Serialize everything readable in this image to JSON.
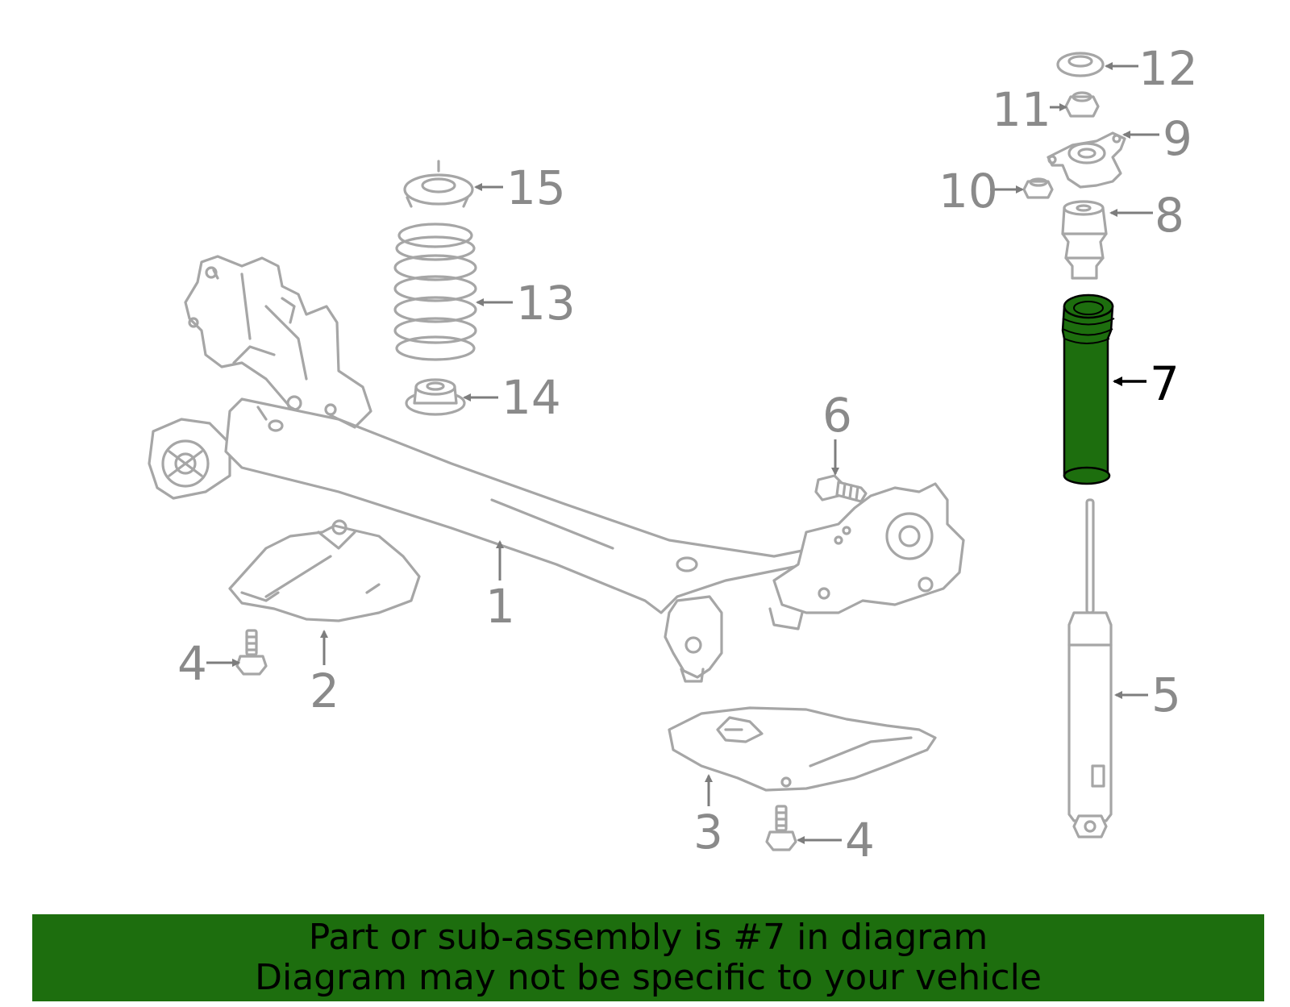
{
  "highlight": {
    "part_number": "7",
    "color": "#1d6e0e"
  },
  "callouts": {
    "c1": "1",
    "c2": "2",
    "c3": "3",
    "c4a": "4",
    "c4b": "4",
    "c5": "5",
    "c6": "6",
    "c7": "7",
    "c8": "8",
    "c9": "9",
    "c10": "10",
    "c11": "11",
    "c12": "12",
    "c13": "13",
    "c14": "14",
    "c15": "15"
  },
  "banner": {
    "line1": "Part or sub-assembly is #7 in diagram",
    "line2": "Diagram may not be specific to your vehicle"
  }
}
